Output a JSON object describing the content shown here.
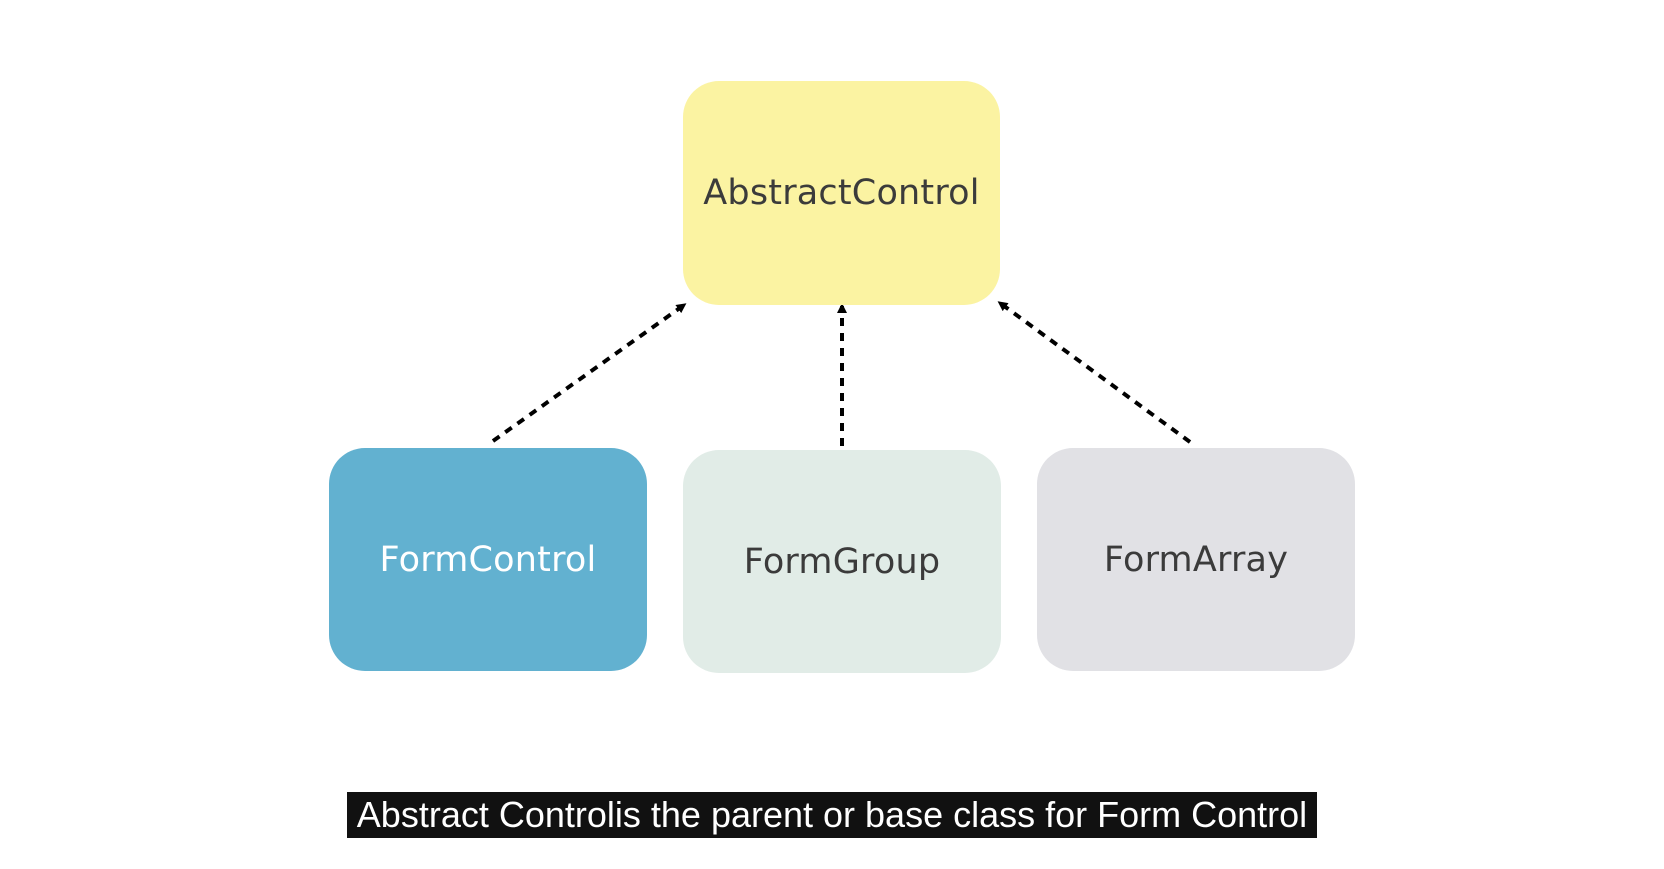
{
  "diagram": {
    "parent": {
      "label": "AbstractControl",
      "color": "#fbf3a2"
    },
    "children": [
      {
        "label": "FormControl",
        "color": "#62b1d0"
      },
      {
        "label": "FormGroup",
        "color": "#e1ece7"
      },
      {
        "label": "FormArray",
        "color": "#e1e1e5"
      }
    ],
    "edge_style": "dashed-arrow"
  },
  "caption": {
    "text": "Abstract Controlis the parent or base class for Form Control"
  }
}
